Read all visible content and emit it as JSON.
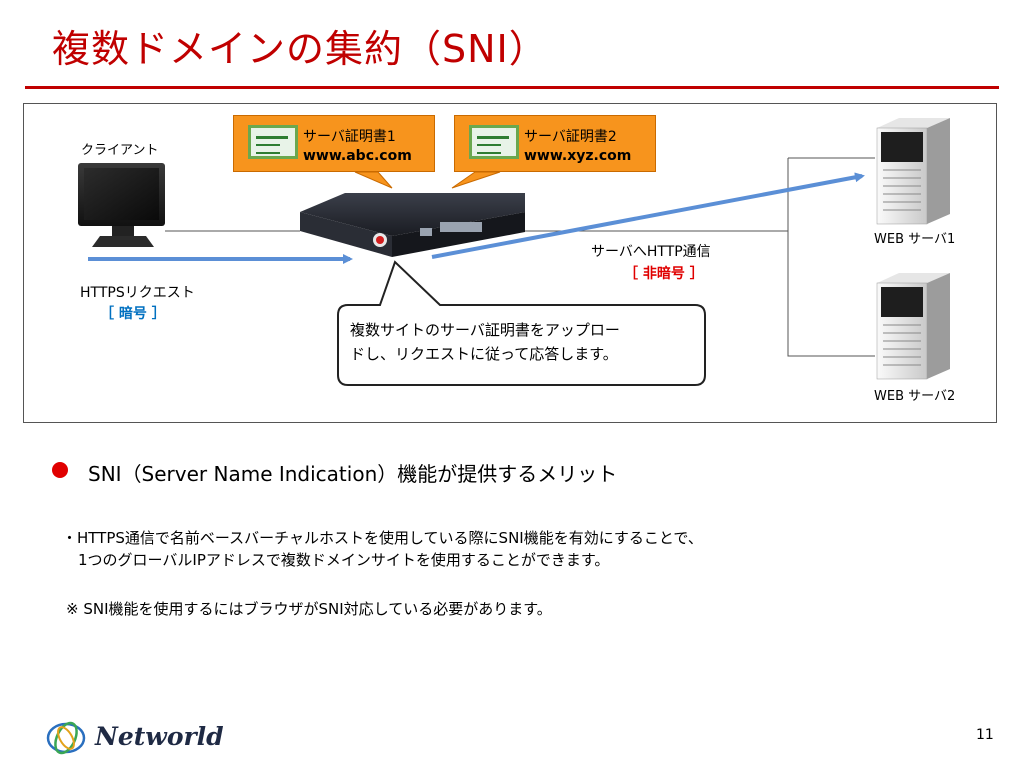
{
  "slide": {
    "title": "複数ドメインの集約（SNI）",
    "page_number": "11",
    "logo_text": "Networld"
  },
  "diagram": {
    "client_label": "クライアント",
    "cert1": {
      "title": "サーバ証明書1",
      "domain": "www.abc.com"
    },
    "cert2": {
      "title": "サーバ証明書2",
      "domain": "www.xyz.com"
    },
    "https_request": "HTTPSリクエスト",
    "encrypted": "［ 暗号 ］",
    "http_to_server": "サーバへHTTP通信",
    "unencrypted": "［ 非暗号 ］",
    "callout_line1": "複数サイトのサーバ証明書をアップロー",
    "callout_line2": "ドし、リクエストに従って応答します。",
    "server1_label": "WEB サーバ1",
    "server2_label": "WEB サーバ2"
  },
  "benefits": {
    "heading": "SNI（Server Name Indication）機能が提供するメリット",
    "line1": "・HTTPS通信で名前ベースバーチャルホストを使用している際にSNI機能を有効にすることで、",
    "line2": "1つのグローバルIPアドレスで複数ドメインサイトを使用することができます。",
    "note": "※ SNI機能を使用するにはブラウザがSNI対応している必要があります。"
  },
  "colors": {
    "title": "#c00000",
    "arrow": "#5b8fd6",
    "cert_bg": "#f7941d",
    "encrypted": "#0070c0",
    "unencrypted": "#e00000"
  }
}
